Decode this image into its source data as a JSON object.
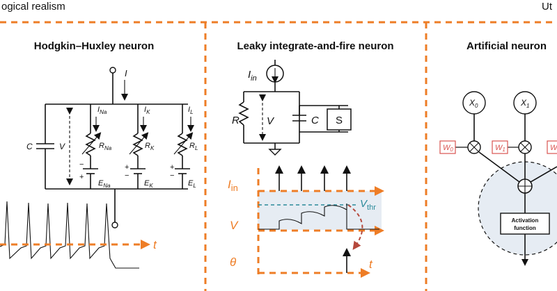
{
  "header": {
    "left_title": "ogical realism",
    "right_title": "Ut"
  },
  "panels": {
    "hh": {
      "title": "Hodgkin–Huxley neuron",
      "current_in": "I",
      "capacitor": "C",
      "voltage": "V",
      "branches": [
        {
          "current": "INa",
          "current_sym": "I",
          "current_sub": "Na",
          "resistor": "R",
          "resistor_sub": "Na",
          "battery": "E",
          "battery_sub": "Na"
        },
        {
          "current": "IK",
          "current_sym": "I",
          "current_sub": "K",
          "resistor": "R",
          "resistor_sub": "K",
          "battery": "E",
          "battery_sub": "K"
        },
        {
          "current": "IL",
          "current_sym": "I",
          "current_sub": "L",
          "resistor": "R",
          "resistor_sub": "L",
          "battery": "E",
          "battery_sub": "L"
        }
      ],
      "plus": "+",
      "minus": "−",
      "time_axis": "t"
    },
    "lif": {
      "title": "Leaky integrate-and-fire neuron",
      "current_sym": "I",
      "current_sub": "in",
      "resistor": "R",
      "voltage": "V",
      "capacitor": "C",
      "switch": "S",
      "row_input": "I",
      "row_input_sub": "in",
      "row_voltage": "V",
      "row_theta": "θ",
      "threshold_sym": "V",
      "threshold_sub": "thr",
      "time_axis": "t"
    },
    "ann": {
      "title": "Artificial neuron",
      "inputs": [
        {
          "sym": "X",
          "sub": "0"
        },
        {
          "sym": "X",
          "sub": "1"
        }
      ],
      "weights": [
        {
          "sym": "W",
          "sub": "0"
        },
        {
          "sym": "W",
          "sub": "1"
        },
        {
          "sym": "W",
          "sub": ""
        }
      ],
      "activation_line1": "Activation",
      "activation_line2": "function"
    }
  },
  "colors": {
    "accent": "#ee7d26",
    "threshold": "#2a8a9a",
    "weight": "#d9534f",
    "shade": "#e6ecf3",
    "reset_arrow": "#b5483c"
  }
}
